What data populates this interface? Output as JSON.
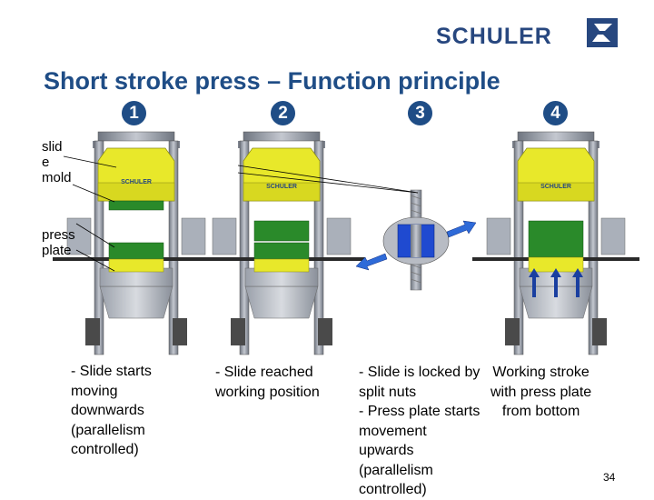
{
  "brand": {
    "name": "SCHULER",
    "logo_icon": "schuler-logo-icon",
    "color": "#27477f"
  },
  "title": "Short stroke press – Function principle",
  "steps": [
    {
      "number": "1",
      "caption_lines": [
        "- Slide starts",
        "moving",
        "downwards",
        "(parallelism",
        "controlled)"
      ]
    },
    {
      "number": "2",
      "caption_lines": [
        "- Slide reached",
        "working position"
      ]
    },
    {
      "number": "3",
      "caption_lines": [
        "- Slide is locked by",
        "split nuts",
        "- Press plate starts",
        "movement",
        "upwards",
        "(parallelism",
        "controlled)"
      ]
    },
    {
      "number": "4",
      "caption_lines": [
        "Working stroke",
        "with press plate",
        "from bottom"
      ]
    }
  ],
  "labels": {
    "slide_mold": [
      "slid",
      "e",
      "mold"
    ],
    "press_plate": [
      "press",
      "plate"
    ]
  },
  "press_nameplate": "SCHULER",
  "page_number": "34",
  "colors": {
    "accent": "#1f4d86",
    "yellow": "#e8e82a",
    "green": "#2a8a2a",
    "steel": "#8a8f9a"
  }
}
